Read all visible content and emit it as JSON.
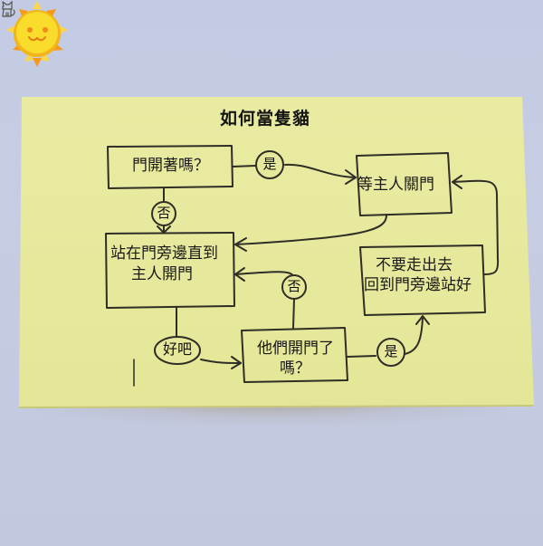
{
  "title": "如何當隻貓",
  "title_icon": "cat-icon",
  "colors": {
    "background": "#c4cbe3",
    "note": "#e6e89c",
    "ink": "#2a2a22",
    "sun_face": "#f8d628",
    "sun_rays": "#f5a21c"
  },
  "nodes": {
    "door_open": "門開著嗎？",
    "wait_owner": "等主人關門",
    "stand_line1": "站在門旁邊直到",
    "stand_line2": "主人開門",
    "dont_go_line1": "不要走出去",
    "dont_go_line2": "回到門旁邊站好",
    "they_open_line1": "他們開門了",
    "they_open_line2": "嗎？"
  },
  "edges": {
    "yes_top": "是",
    "no_left": "否",
    "no_mid": "否",
    "ok": "好吧",
    "yes_bottom": "是"
  },
  "decorations": {
    "sun": "smiling-sun-icon"
  }
}
